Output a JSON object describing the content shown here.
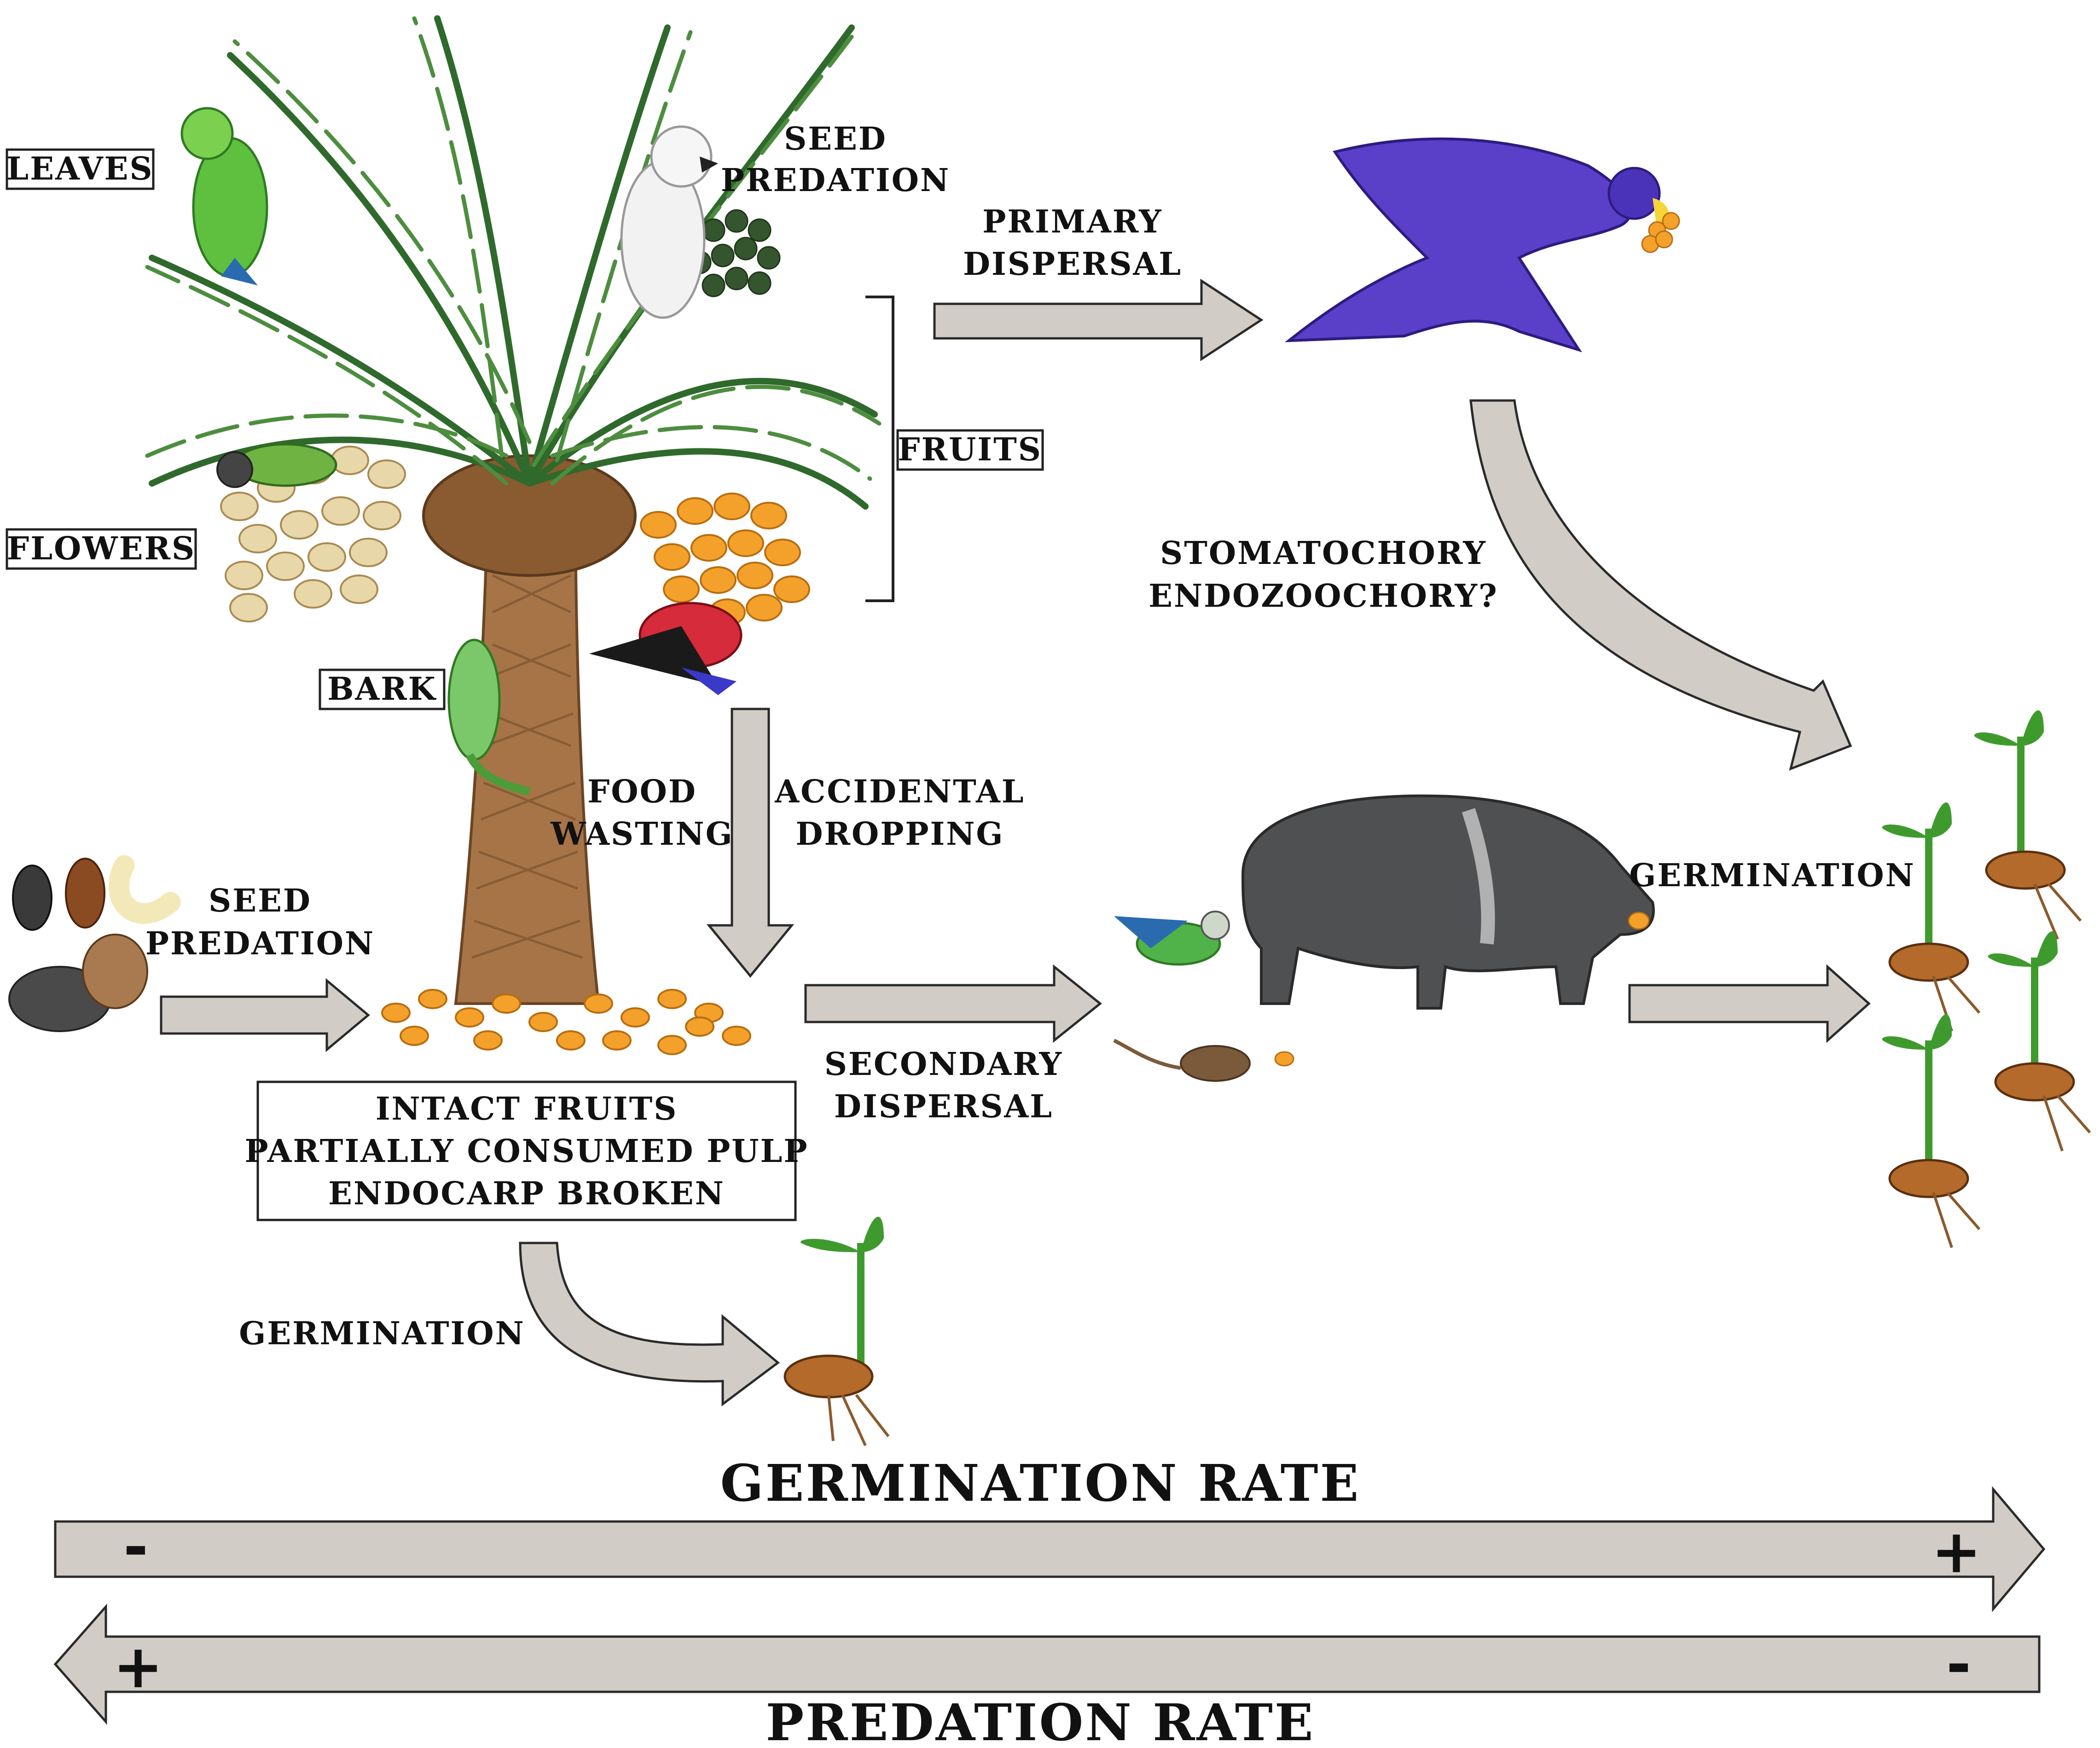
{
  "labels": {
    "leaves": "LEAVES",
    "flowers": "FLOWERS",
    "bark": "BARK",
    "fruits": "FRUITS",
    "seed_predation_top_1": "SEED",
    "seed_predation_top_2": "PREDATION",
    "primary_dispersal_1": "PRIMARY",
    "primary_dispersal_2": "DISPERSAL",
    "stomatochory": "STOMATOCHORY",
    "endozoochory": "ENDOZOOCHORY?",
    "food_wasting_1": "FOOD",
    "food_wasting_2": "WASTING",
    "accidental_dropping_1": "ACCIDENTAL",
    "accidental_dropping_2": "DROPPING",
    "seed_predation_ground_1": "SEED",
    "seed_predation_ground_2": "PREDATION",
    "secondary_dispersal_1": "SECONDARY",
    "secondary_dispersal_2": "DISPERSAL",
    "germination_right": "GERMINATION",
    "germination_bottom": "GERMINATION"
  },
  "fruit_state_box": [
    "INTACT FRUITS",
    "PARTIALLY CONSUMED PULP",
    "ENDOCARP BROKEN"
  ],
  "rates": {
    "germination_title": "GERMINATION RATE",
    "germination_left_sign": "-",
    "germination_right_sign": "+",
    "predation_title": "PREDATION RATE",
    "predation_left_sign": "+",
    "predation_right_sign": "-"
  },
  "colors": {
    "arrow_fill": "#d1cdc6",
    "palm_leaf": "#3f7a3a",
    "trunk": "#a67447",
    "fruit_orange": "#f3a12b",
    "macaw_blue": "#5a3fc8",
    "peccary_gray": "#4f5052",
    "seedling_green": "#3f9a2e",
    "seed_brown": "#b36a2a"
  }
}
